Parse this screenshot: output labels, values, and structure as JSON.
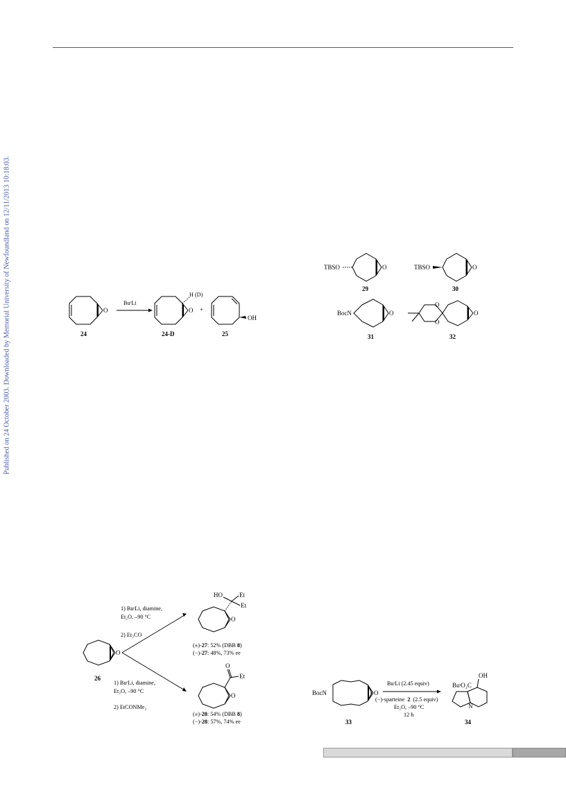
{
  "sidebar": {
    "published_text": "Published on 24 October 2003. Downloaded by Memorial University of Newfoundland on 12/11/2013 10:18:03."
  },
  "scheme_24": {
    "reagent": "BuʳLi",
    "labels": [
      "24",
      "24-D",
      "25"
    ],
    "plus": "+",
    "h_d": "H (D)",
    "oh": "OH",
    "o": "O"
  },
  "scheme_29_32": {
    "labels": [
      "29",
      "30",
      "31",
      "32"
    ],
    "tbso": "TBSO",
    "bocn": "BocN",
    "o": "O"
  },
  "scheme_26": {
    "label": "26",
    "upper_conditions": [
      "1) BuʳLi, diamine,",
      "Et₂O, –90 °C",
      "2) Et₂CO"
    ],
    "lower_conditions": [
      "1) BuʳLi, diamine,",
      "Et₂O, –90 °C",
      "2) EtCONMe₂"
    ],
    "product_27": {
      "ho": "HO",
      "et1": "Et",
      "et2": "Et",
      "line1_pre": "(±)-",
      "line1_num": "27",
      "line1_mid": ": 52% (DBB ",
      "line1_ref": "8",
      "line1_post": ")",
      "line2_pre": "(−)-",
      "line2_num": "27",
      "line2_post": ": 48%, 73% ee"
    },
    "product_28": {
      "o_top": "O",
      "et": "Et",
      "line1_pre": "(±)-",
      "line1_num": "28",
      "line1_mid": ": 54% (DBB ",
      "line1_ref": "8",
      "line1_post": ")",
      "line2_pre": "(−)-",
      "line2_num": "28",
      "line2_post": ": 57%, 74% ee"
    },
    "o": "O"
  },
  "scheme_33": {
    "labels": [
      "33",
      "34"
    ],
    "bocn": "BocN",
    "conditions": [
      "BuʳLi (2.45 equiv)",
      "(−)-sparteine",
      "2",
      "(2.5 equiv)",
      "Et₂O, –90 °C",
      "12  h"
    ],
    "ester": "BuᵗO₂C",
    "oh": "OH",
    "n": "N",
    "o": "O"
  }
}
